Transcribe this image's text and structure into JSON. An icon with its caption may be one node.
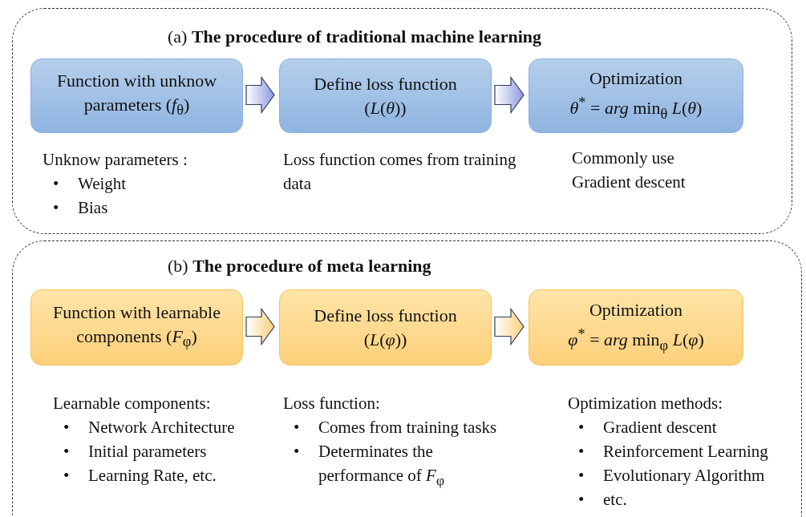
{
  "diagram": {
    "nodes": [
      {
        "text": [
          "(a) **The procedure of traditional machine learning**"
        ]
      },
      {
        "text": [
          "Function with unknow parameters (*f*$_{θ}$)"
        ],
        "in": 0,
        "beside": [
          "Unknow parameters :",
          "•",
          "Weight",
          "•",
          "Bias"
        ]
      },
      {
        "text": [
          "Define loss function (*L*(*θ*))"
        ],
        "in": 0,
        "beside": [
          "Loss function comes from training data"
        ]
      },
      {
        "text": [
          "Optimization",
          "*θ*$^{*}$ = *arg* min$_{θ}$ *L*(*θ*)"
        ],
        "in": 0,
        "beside": [
          "Commonly use",
          "Gradient descent"
        ]
      },
      {
        "text": [
          "(b) **The procedure of meta learning**"
        ]
      },
      {
        "text": [
          "Function with learnable components (*F*$_{φ}$)"
        ],
        "in": 4,
        "beside": [
          "Learnable components:",
          "•",
          "Network Architecture",
          "•",
          "Initial parameters",
          "•",
          "Learning Rate, etc."
        ]
      },
      {
        "text": [
          "Define loss function (*L*(*φ*))"
        ],
        "in": 4,
        "beside": [
          "Loss function:",
          "•",
          "Comes from training tasks",
          "•",
          "Determinates the performance of *F*$_{φ}$"
        ]
      },
      {
        "text": [
          "Optimization",
          "*φ*$^{*}$ = *arg* min$_{φ}$ *L*(*φ*)"
        ],
        "in": 4,
        "beside": [
          "Optimization methods:",
          "•",
          "Gradient descent",
          "•",
          "Reinforcement Learning",
          "•",
          "Evolutionary Algorithm",
          "•",
          "etc."
        ]
      }
    ],
    "edges": [
      {
        "from": 1,
        "to": 2,
        "arrow": "to"
      },
      {
        "from": 2,
        "to": 3,
        "arrow": "to"
      },
      {
        "from": 5,
        "to": 6,
        "arrow": "to"
      },
      {
        "from": 6,
        "to": 7,
        "arrow": "to"
      }
    ]
  }
}
